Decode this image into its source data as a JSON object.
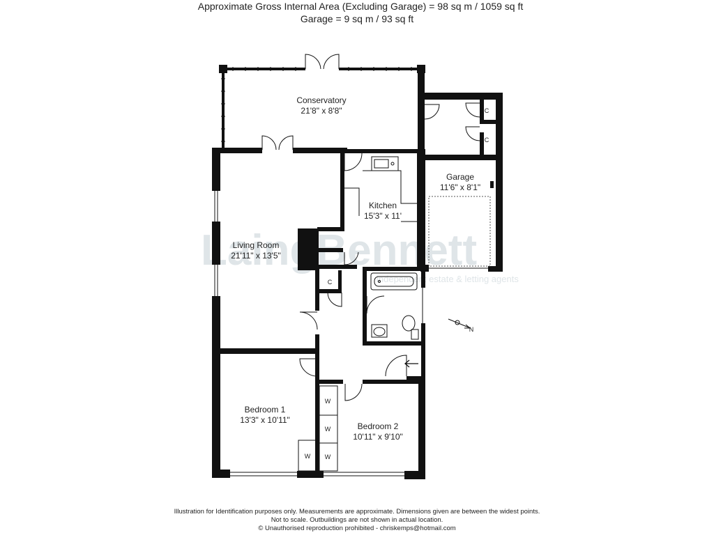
{
  "header": {
    "line1": "Approximate Gross Internal Area (Excluding Garage)  = 98 sq m /  1059 sq ft",
    "line2": "Garage  =  9 sq m / 93 sq ft"
  },
  "rooms": {
    "conservatory": {
      "name": "Conservatory",
      "size": "21'8\" x 8'8\""
    },
    "kitchen": {
      "name": "Kitchen",
      "size": "15'3\" x 11'"
    },
    "garage": {
      "name": "Garage",
      "size": "11'6\" x 8'1\""
    },
    "living_room": {
      "name": "Living Room",
      "size": "21'11\" x 13'5\""
    },
    "bedroom1": {
      "name": "Bedroom 1",
      "size": "13'3\" x 10'11\""
    },
    "bedroom2": {
      "name": "Bedroom 2",
      "size": "10'11\" x 9'10\""
    }
  },
  "markers": {
    "cupboard": "C",
    "wardrobe": "W",
    "compass": "N"
  },
  "watermark": {
    "brand": "LaingBennett",
    "tagline": "independent estate & letting agents"
  },
  "footer": {
    "line1": "Illustration for Identification purposes only.  Measurements are approximate. Dimensions given are between the widest points.",
    "line2": "Not to scale.  Outbuildings are not shown in actual location.",
    "line3": "© Unauthorised reproduction prohibited  -  chriskemps@hotmail.com"
  },
  "colors": {
    "wall": "#111111",
    "watermark": "#dfe5e8",
    "text": "#222222"
  }
}
